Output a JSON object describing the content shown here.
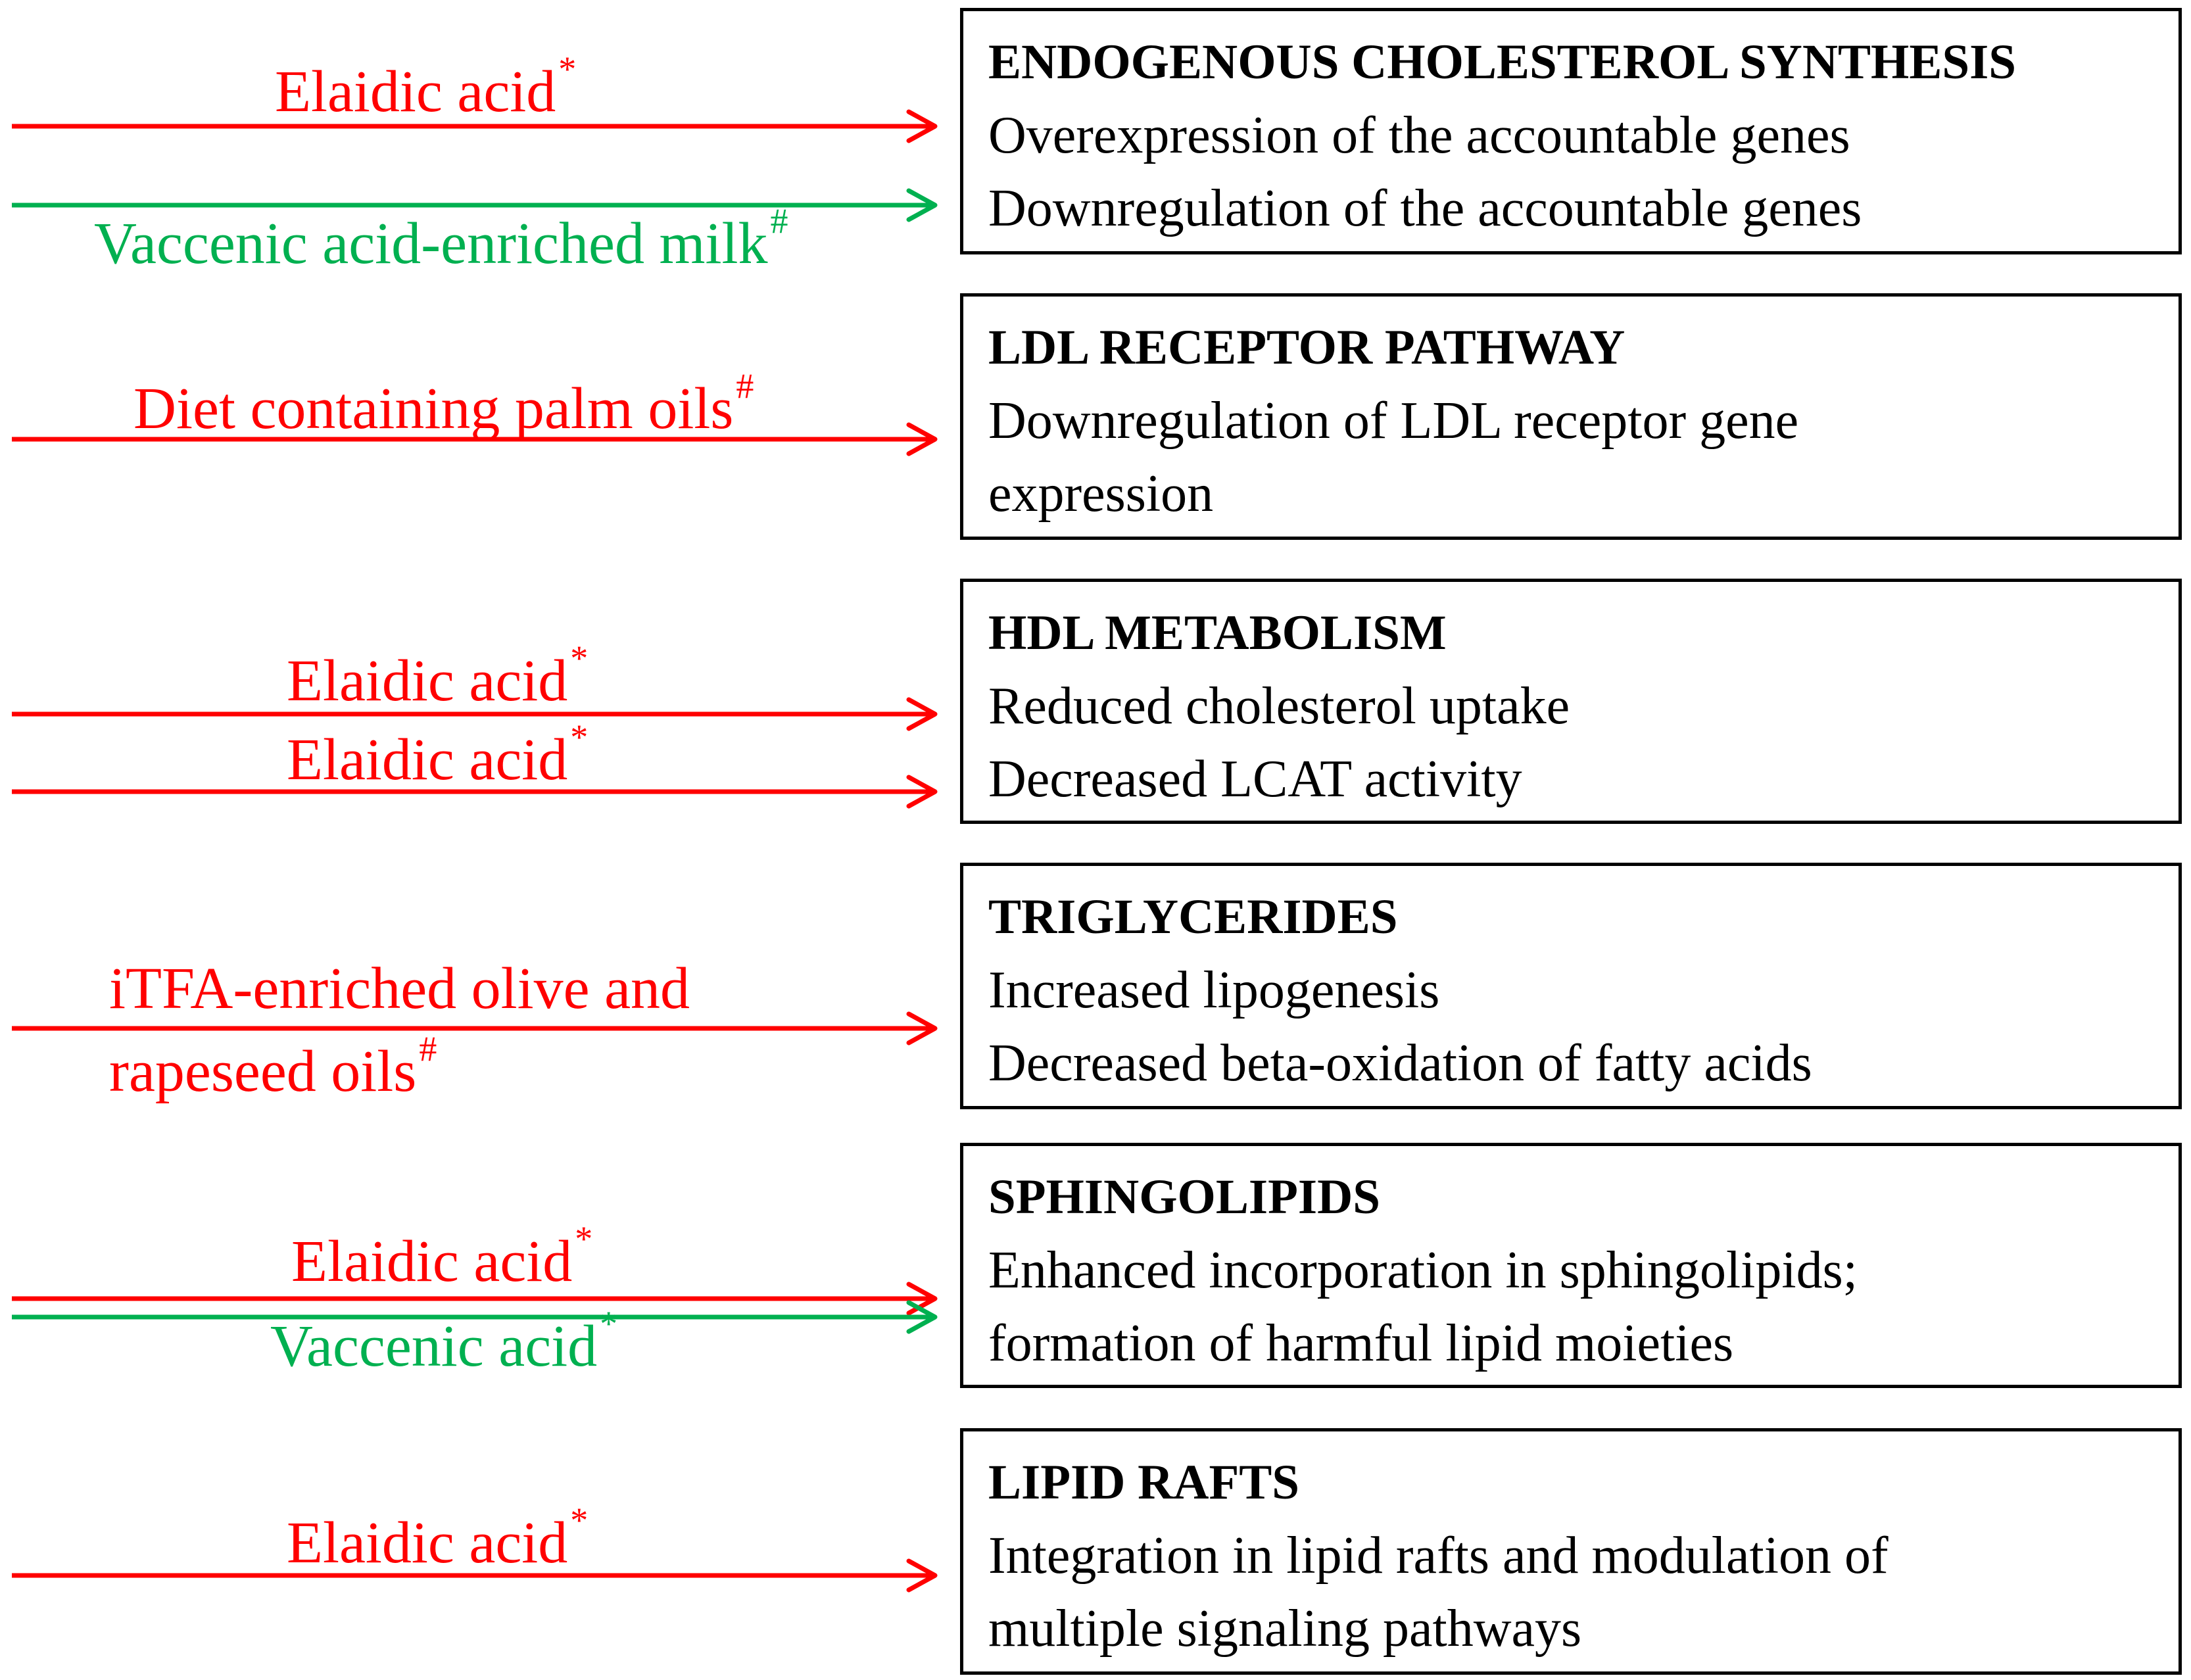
{
  "colors": {
    "harmful": "#ff0000",
    "beneficial": "#00b050",
    "box_border": "#000000"
  },
  "arrow_colors": [
    "harmful",
    "beneficial",
    "harmful",
    "harmful",
    "harmful",
    "harmful",
    "harmful",
    "beneficial",
    "harmful"
  ],
  "boxes": [
    {
      "title": "ENDOGENOUS CHOLESTEROL SYNTHESIS",
      "lines": [
        "Overexpression of the accountable genes",
        "Downregulation of the accountable genes"
      ]
    },
    {
      "title": "LDL RECEPTOR PATHWAY",
      "lines": [
        "Downregulation of LDL receptor gene",
        "expression"
      ]
    },
    {
      "title": "HDL METABOLISM",
      "lines": [
        "Reduced cholesterol uptake",
        "Decreased LCAT activity"
      ]
    },
    {
      "title": "TRIGLYCERIDES",
      "lines": [
        "Increased lipogenesis",
        "Decreased beta-oxidation of fatty acids"
      ]
    },
    {
      "title": "SPHINGOLIPIDS",
      "lines": [
        "Enhanced incorporation in sphingolipids;",
        "formation of harmful lipid moieties"
      ]
    },
    {
      "title": "LIPID RAFTS",
      "lines": [
        "Integration in lipid rafts and modulation of",
        "multiple signaling pathways"
      ]
    }
  ],
  "labels": [
    {
      "text": "Elaidic acid",
      "mark": "*"
    },
    {
      "text": "Vaccenic acid-enriched milk",
      "mark": "#"
    },
    {
      "text": "Diet containing palm oils",
      "mark": "#"
    },
    {
      "text": "Elaidic acid",
      "mark": "*"
    },
    {
      "text": "Elaidic acid",
      "mark": "*"
    },
    {
      "text": "iTFA-enriched olive and",
      "mark": ""
    },
    {
      "text": "rapeseed oils",
      "mark": "#"
    },
    {
      "text": "Elaidic acid",
      "mark": "*"
    },
    {
      "text": "Vaccenic acid",
      "mark": "*"
    },
    {
      "text": "Elaidic acid",
      "mark": "*"
    }
  ]
}
